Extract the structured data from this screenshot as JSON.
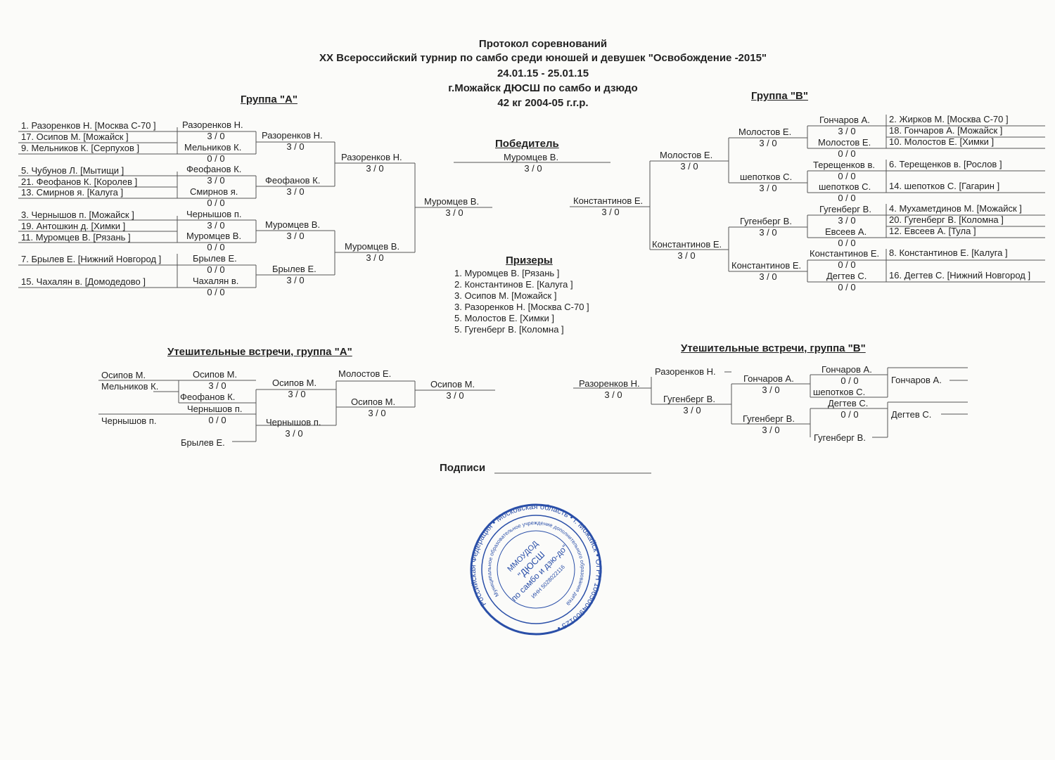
{
  "title": {
    "line1": "Протокол соревнований",
    "line2": "XX Всероссийский турнир по самбо среди юношей и девушек \"Освобождение -2015\"",
    "line3": "24.01.15 - 25.01.15",
    "line4": "г.Можайск ДЮСШ по самбо и дзюдо",
    "line5": "42 кг 2004-05 г.г.р."
  },
  "groupA": {
    "heading": "Группа  \"А\"",
    "entries": [
      "1. Разоренков Н.  [Москва С-70   ]",
      "17. Осипов М.  [Можайск   ]",
      "9. Мельников К.  [Серпухов   ]",
      "5. Чубунов Л.  [Мытищи   ]",
      "21. Феофанов К.  [Королев   ]",
      "13. Смирнов я.  [Калуга   ]",
      "3. Чернышов п.  [Можайск   ]",
      "19. Антошкин д.  [Химки   ]",
      "11. Муромцев В.  [Рязань   ]",
      "7. Брылев Е.  [Нижний Новгород   ]",
      "15. Чахалян в.  [Домодедово   ]"
    ],
    "r1": [
      {
        "name": "Разоренков Н.",
        "score": "3  /  0"
      },
      {
        "name": "Мельников К.",
        "score": "0  /  0"
      },
      {
        "name": "Феофанов К.",
        "score": "3  /  0"
      },
      {
        "name": "Смирнов я.",
        "score": "0  /  0"
      },
      {
        "name": "Чернышов п.",
        "score": "3  /  0"
      },
      {
        "name": "Муромцев В.",
        "score": "0  /  0"
      },
      {
        "name": "Брылев Е.",
        "score": "0  /  0"
      },
      {
        "name": "Чахалян в.",
        "score": "0  /  0"
      }
    ],
    "r2": [
      {
        "name": "Разоренков Н.",
        "score": "3  /  0"
      },
      {
        "name": "Феофанов К.",
        "score": "3  /  0"
      },
      {
        "name": "Муромцев В.",
        "score": "3  /  0"
      },
      {
        "name": "Брылев Е.",
        "score": "3  /  0"
      }
    ],
    "r3": [
      {
        "name": "Разоренков Н.",
        "score": "3  /  0"
      },
      {
        "name": "Муромцев В.",
        "score": "3  /  0"
      }
    ],
    "final": {
      "name": "Муромцев В.",
      "score": "3  /  0"
    }
  },
  "groupB": {
    "heading": "Группа  \"В\"",
    "entries": [
      "2. Жирков М.  [Москва С-70   ]",
      "18. Гончаров А.  [Можайск   ]",
      "10. Молостов Е.  [Химки   ]",
      "6. Терещенков в.  [Рослов   ]",
      "14. шепотков С.  [Гагарин   ]",
      "4. Мухаметдинов М.  [Можайск   ]",
      "20. Гугенберг В.  [Коломна   ]",
      "12. Евсеев А.  [Тула   ]",
      "8. Константинов Е.  [Калуга   ]",
      "16. Дегтев С.  [Нижний Новгород   ]"
    ],
    "r1": [
      {
        "name": "Гончаров А.",
        "score": "3  /  0"
      },
      {
        "name": "Молостов Е.",
        "score": "0  /  0"
      },
      {
        "name": "Терещенков в.",
        "score": "0  /  0"
      },
      {
        "name": "шепотков С.",
        "score": "0  /  0"
      },
      {
        "name": "Гугенберг В.",
        "score": "3  /  0"
      },
      {
        "name": "Евсеев А.",
        "score": "0  /  0"
      },
      {
        "name": "Константинов Е.",
        "score": "0  /  0"
      },
      {
        "name": "Дегтев С.",
        "score": "0  /  0"
      }
    ],
    "r2": [
      {
        "name": "Молостов Е.",
        "score": "3  /  0"
      },
      {
        "name": "шепотков С.",
        "score": "3  /  0"
      },
      {
        "name": "Гугенберг В.",
        "score": "3  /  0"
      },
      {
        "name": "Константинов Е.",
        "score": "3  /  0"
      }
    ],
    "r3": [
      {
        "name": "Молостов Е.",
        "score": "3  /  0"
      },
      {
        "name": "Константинов Е.",
        "score": "3  /  0"
      }
    ],
    "final": {
      "name": "Константинов Е.",
      "score": "3  /  0"
    }
  },
  "winner": {
    "heading": "Победитель",
    "name": "Муромцев В.",
    "score": "3  /  0"
  },
  "prizewinners": {
    "heading": "Призеры",
    "list": [
      "1. Муромцев В.    [Рязань   ]",
      "2. Константинов Е.    [Калуга   ]",
      "3. Осипов М.    [Можайск   ]",
      "3. Разоренков Н.    [Москва С-70   ]",
      "5. Молостов Е.    [Химки   ]",
      "5. Гугенберг В.    [Коломна   ]"
    ]
  },
  "consolationA": {
    "heading": "Утешительные встречи, группа \"А\"",
    "labels": [
      {
        "name": "Осипов М."
      },
      {
        "name": "Мельников К."
      },
      {
        "name": "Осипов М.",
        "score": "3  /  0"
      },
      {
        "name": "Феофанов К."
      },
      {
        "name": "Осипов М.",
        "score": "3  /  0"
      },
      {
        "name": "Молостов Е."
      },
      {
        "name": "Осипов М.",
        "score": "3  /  0"
      },
      {
        "name": "Осипов М.",
        "score": "3  /  0"
      },
      {
        "name": "Чернышов п.",
        "score": "0  /  0"
      },
      {
        "name": "Чернышов п."
      },
      {
        "name": "Чернышов п.",
        "score": "3  /  0"
      },
      {
        "name": "Брылев Е."
      }
    ]
  },
  "consolationB": {
    "heading": "Утешительные встречи, группа \"В\"",
    "labels": [
      {
        "name": "Разоренков Н.",
        "score": "3  /  0"
      },
      {
        "name": "Разоренков Н."
      },
      {
        "name": "Гугенберг В.",
        "score": "3  /  0"
      },
      {
        "name": "Гончаров А.",
        "score": "3  /  0"
      },
      {
        "name": "Гугенберг В.",
        "score": "3  /  0"
      },
      {
        "name": "Гончаров А.",
        "score": "0  /  0"
      },
      {
        "name": "шепотков С."
      },
      {
        "name": "Дегтев С.",
        "score": "0  /  0"
      },
      {
        "name": "Гугенберг В."
      },
      {
        "name": "Гончаров А."
      },
      {
        "name": "Дегтев С."
      }
    ]
  },
  "signatures": {
    "label": "Подписи"
  },
  "stamp": {
    "outer_text": "Российская Федерация • Московская область • г. Можайск • ОГРН 1065004900125 •",
    "inner_text": "Муниципальное образовательное учреждение дополнительного образования детей",
    "center_line1": "ММОУДОД",
    "center_line2": "\"ДЮСШ",
    "center_line3": "по самбо и дзю-до\"",
    "inn": "ИНН 5028022116"
  }
}
